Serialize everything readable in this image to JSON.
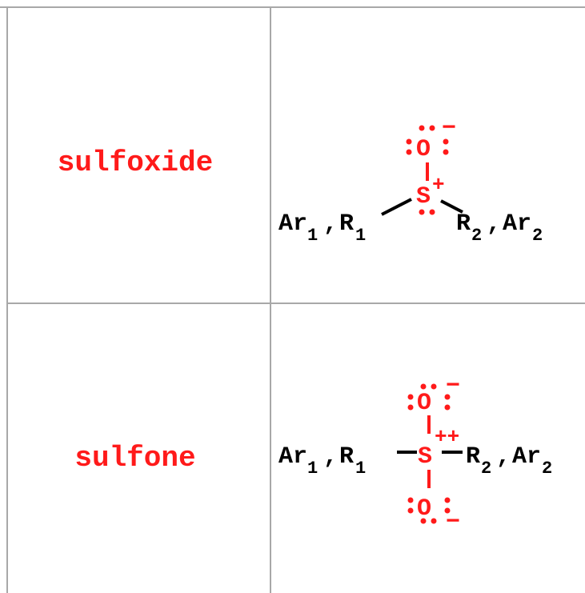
{
  "rows": [
    {
      "name": "sulfoxide",
      "structure": {
        "left_main": "Ar",
        "left_sub": "1",
        "left_sep": ",",
        "left_r": "R",
        "left_r_sub": "1",
        "center_atom": "S",
        "center_charge": "+",
        "top_atom": "O",
        "top_charge": "−",
        "right_r": "R",
        "right_r_sub": "2",
        "right_sep": ",",
        "right_main": "Ar",
        "right_sub": "2"
      }
    },
    {
      "name": "sulfone",
      "structure": {
        "left_main": "Ar",
        "left_sub": "1",
        "left_sep": ",",
        "left_r": "R",
        "left_r_sub": "1",
        "center_atom": "S",
        "center_charge": "++",
        "top_atom": "O",
        "top_charge": "−",
        "bottom_atom": "O",
        "bottom_charge": "−",
        "right_r": "R",
        "right_r_sub": "2",
        "right_sep": ",",
        "right_main": "Ar",
        "right_sub": "2"
      }
    }
  ],
  "colors": {
    "label": "#ff1a1a",
    "atom": "#ff1a1a",
    "bond": "#000000",
    "grid": "#a8a8a8"
  }
}
